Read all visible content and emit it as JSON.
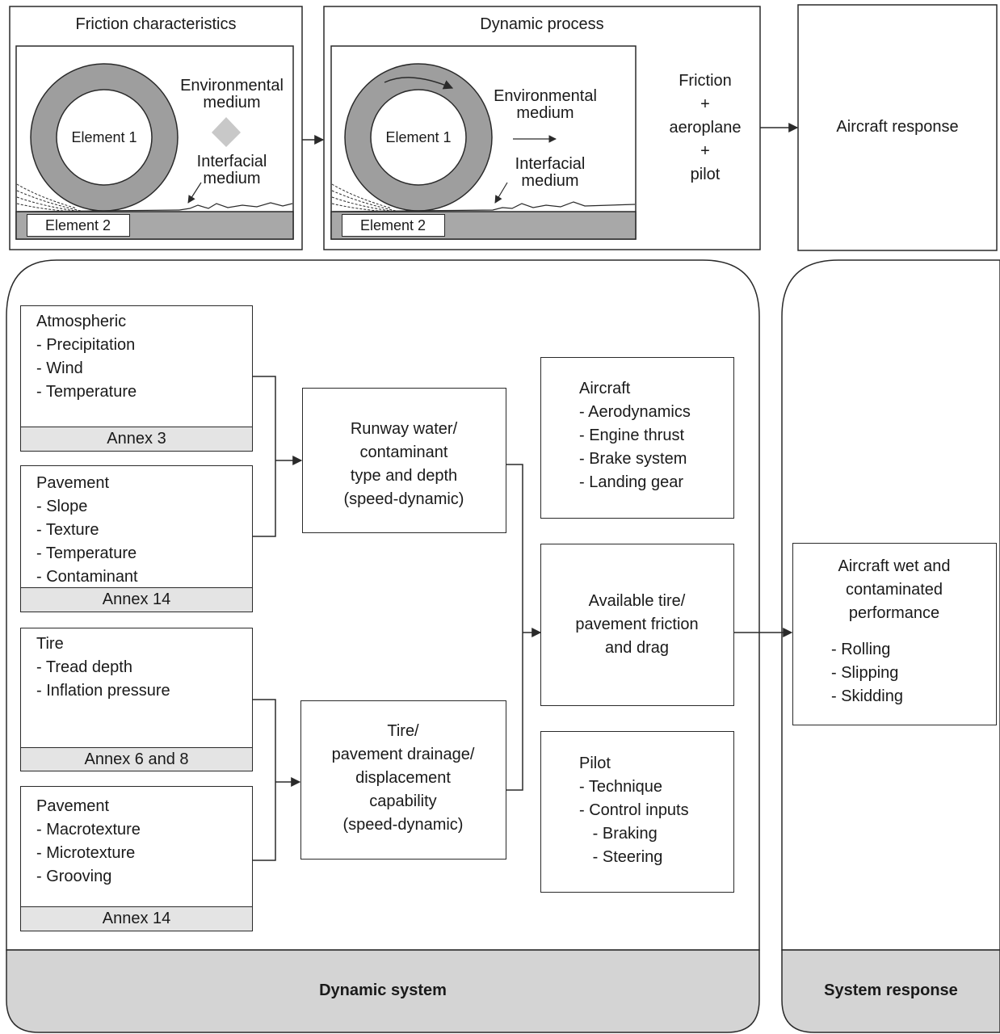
{
  "top": {
    "friction_characteristics": {
      "title": "Friction characteristics",
      "environmental_medium": "Environmental\nmedium",
      "interfacial_medium": "Interfacial\nmedium",
      "element1": "Element 1",
      "element2": "Element 2"
    },
    "dynamic_process": {
      "title": "Dynamic process",
      "environmental_medium": "Environmental\nmedium",
      "interfacial_medium": "Interfacial\nmedium",
      "element1": "Element 1",
      "element2": "Element 2",
      "friction_text": "Friction\n+\naeroplane\n+\npilot"
    },
    "aircraft_response": "Aircraft response"
  },
  "dynamic_system": {
    "footer": "Dynamic system",
    "atmospheric": {
      "text": "Atmospheric\n- Precipitation\n- Wind\n- Temperature",
      "annex": "Annex 3"
    },
    "pavement1": {
      "text": "Pavement\n- Slope\n- Texture\n- Temperature\n- Contaminant",
      "annex": "Annex 14"
    },
    "tire": {
      "text": "Tire\n- Tread depth\n- Inflation pressure",
      "annex": "Annex 6 and 8"
    },
    "pavement2": {
      "text": "Pavement\n- Macrotexture\n- Microtexture\n- Grooving",
      "annex": "Annex 14"
    },
    "runway_water": "Runway water/\ncontaminant\ntype and depth\n(speed-dynamic)",
    "tire_drainage": "Tire/\npavement drainage/\ndisplacement\ncapability\n(speed-dynamic)",
    "aircraft": "Aircraft\n- Aerodynamics\n- Engine thrust\n- Brake system\n- Landing gear",
    "available_friction": "Available tire/\npavement friction\nand drag",
    "pilot": "Pilot\n- Technique\n- Control inputs\n   - Braking\n   - Steering"
  },
  "system_response": {
    "footer": "System response",
    "performance": "Aircraft wet and\ncontaminated\nperformance",
    "modes": "- Rolling\n- Slipping\n- Skidding"
  },
  "colors": {
    "panel_fill": "#d4d4d4",
    "annex_fill": "#e4e4e4",
    "ground": "#a8a8a8",
    "tire_ring": "#9e9e9e",
    "diamond": "#c8c8c8",
    "line": "#2a2a2a"
  }
}
